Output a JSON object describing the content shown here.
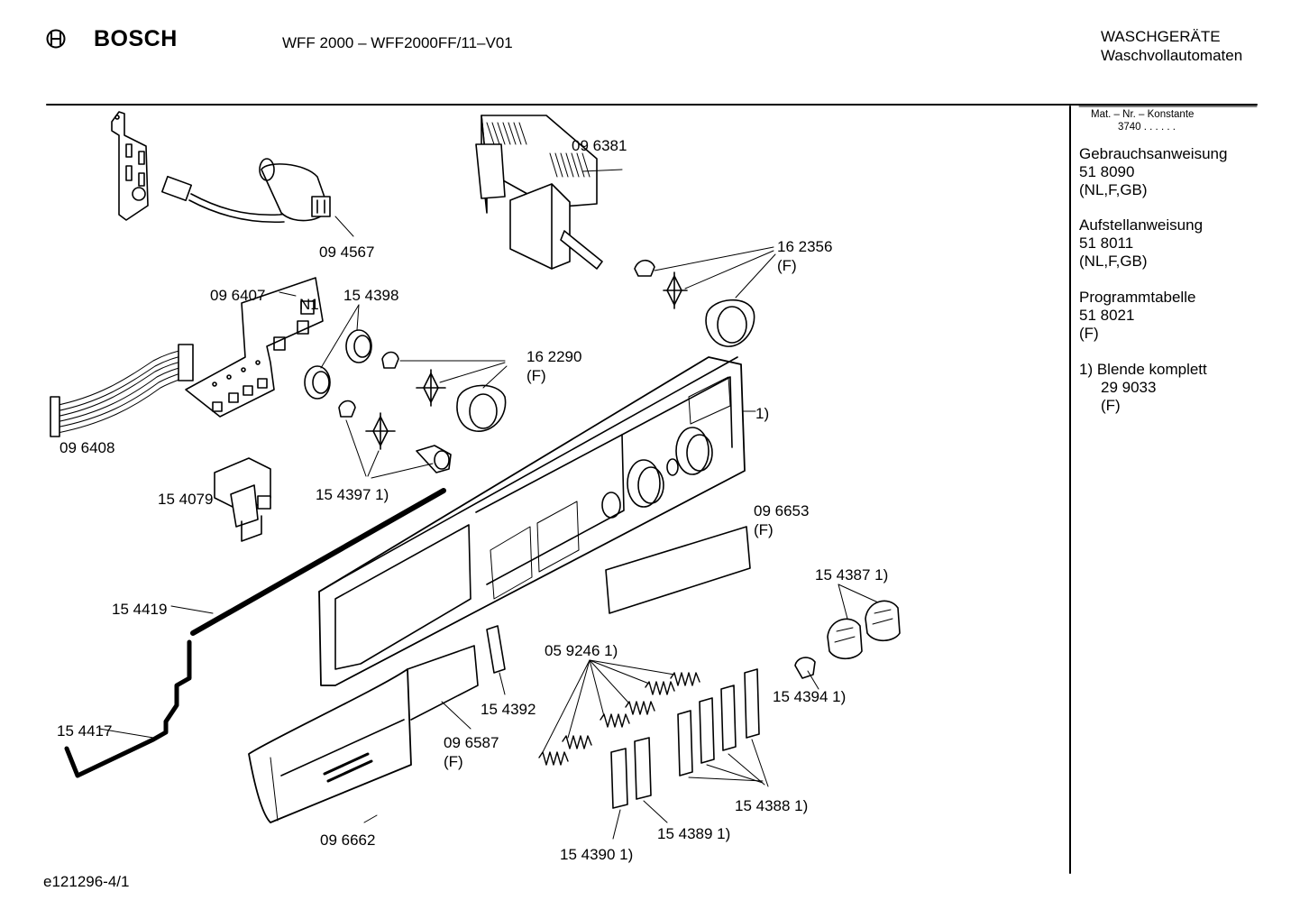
{
  "header": {
    "brand": "BOSCH",
    "model": "WFF 2000 – WFF2000FF/11–V01",
    "category_line1": "WASCHGERÄTE",
    "category_line2": "Waschvollautomaten",
    "logo_icon": "bosch-armature-logo-icon"
  },
  "sidebar": {
    "mat_nr_title": "Mat. – Nr. – Konstante",
    "mat_nr_value": "3740 . . . . . .",
    "docs": [
      {
        "title": "Gebrauchsanweisung",
        "number": "51 8090",
        "lang": "(NL,F,GB)"
      },
      {
        "title": "Aufstellanweisung",
        "number": "51 8011",
        "lang": "(NL,F,GB)"
      },
      {
        "title": "Programmtabelle",
        "number": "51 8021",
        "lang": "(F)"
      }
    ],
    "footnote": {
      "title": "1) Blende komplett",
      "number": "29 9033",
      "lang": "(F)"
    }
  },
  "parts": [
    {
      "number": "09 6381"
    },
    {
      "number": "09 4567"
    },
    {
      "number": "16 2356",
      "note": "(F)"
    },
    {
      "number": "09 6407"
    },
    {
      "number": "N1"
    },
    {
      "number": "15 4398"
    },
    {
      "number": "16 2290",
      "note": "(F)"
    },
    {
      "number": "1)"
    },
    {
      "number": "09 6408"
    },
    {
      "number": "15 4079"
    },
    {
      "number": "15 4397 1)"
    },
    {
      "number": "09 6653",
      "note": "(F)"
    },
    {
      "number": "15 4387 1)"
    },
    {
      "number": "15 4419"
    },
    {
      "number": "05 9246 1)"
    },
    {
      "number": "15 4392"
    },
    {
      "number": "15 4394 1)"
    },
    {
      "number": "15 4417"
    },
    {
      "number": "09 6587",
      "note": "(F)"
    },
    {
      "number": "15 4388 1)"
    },
    {
      "number": "15 4389 1)"
    },
    {
      "number": "09 6662"
    },
    {
      "number": "15 4390 1)"
    }
  ],
  "footer": {
    "drawing_id": "e121296-4/1"
  }
}
